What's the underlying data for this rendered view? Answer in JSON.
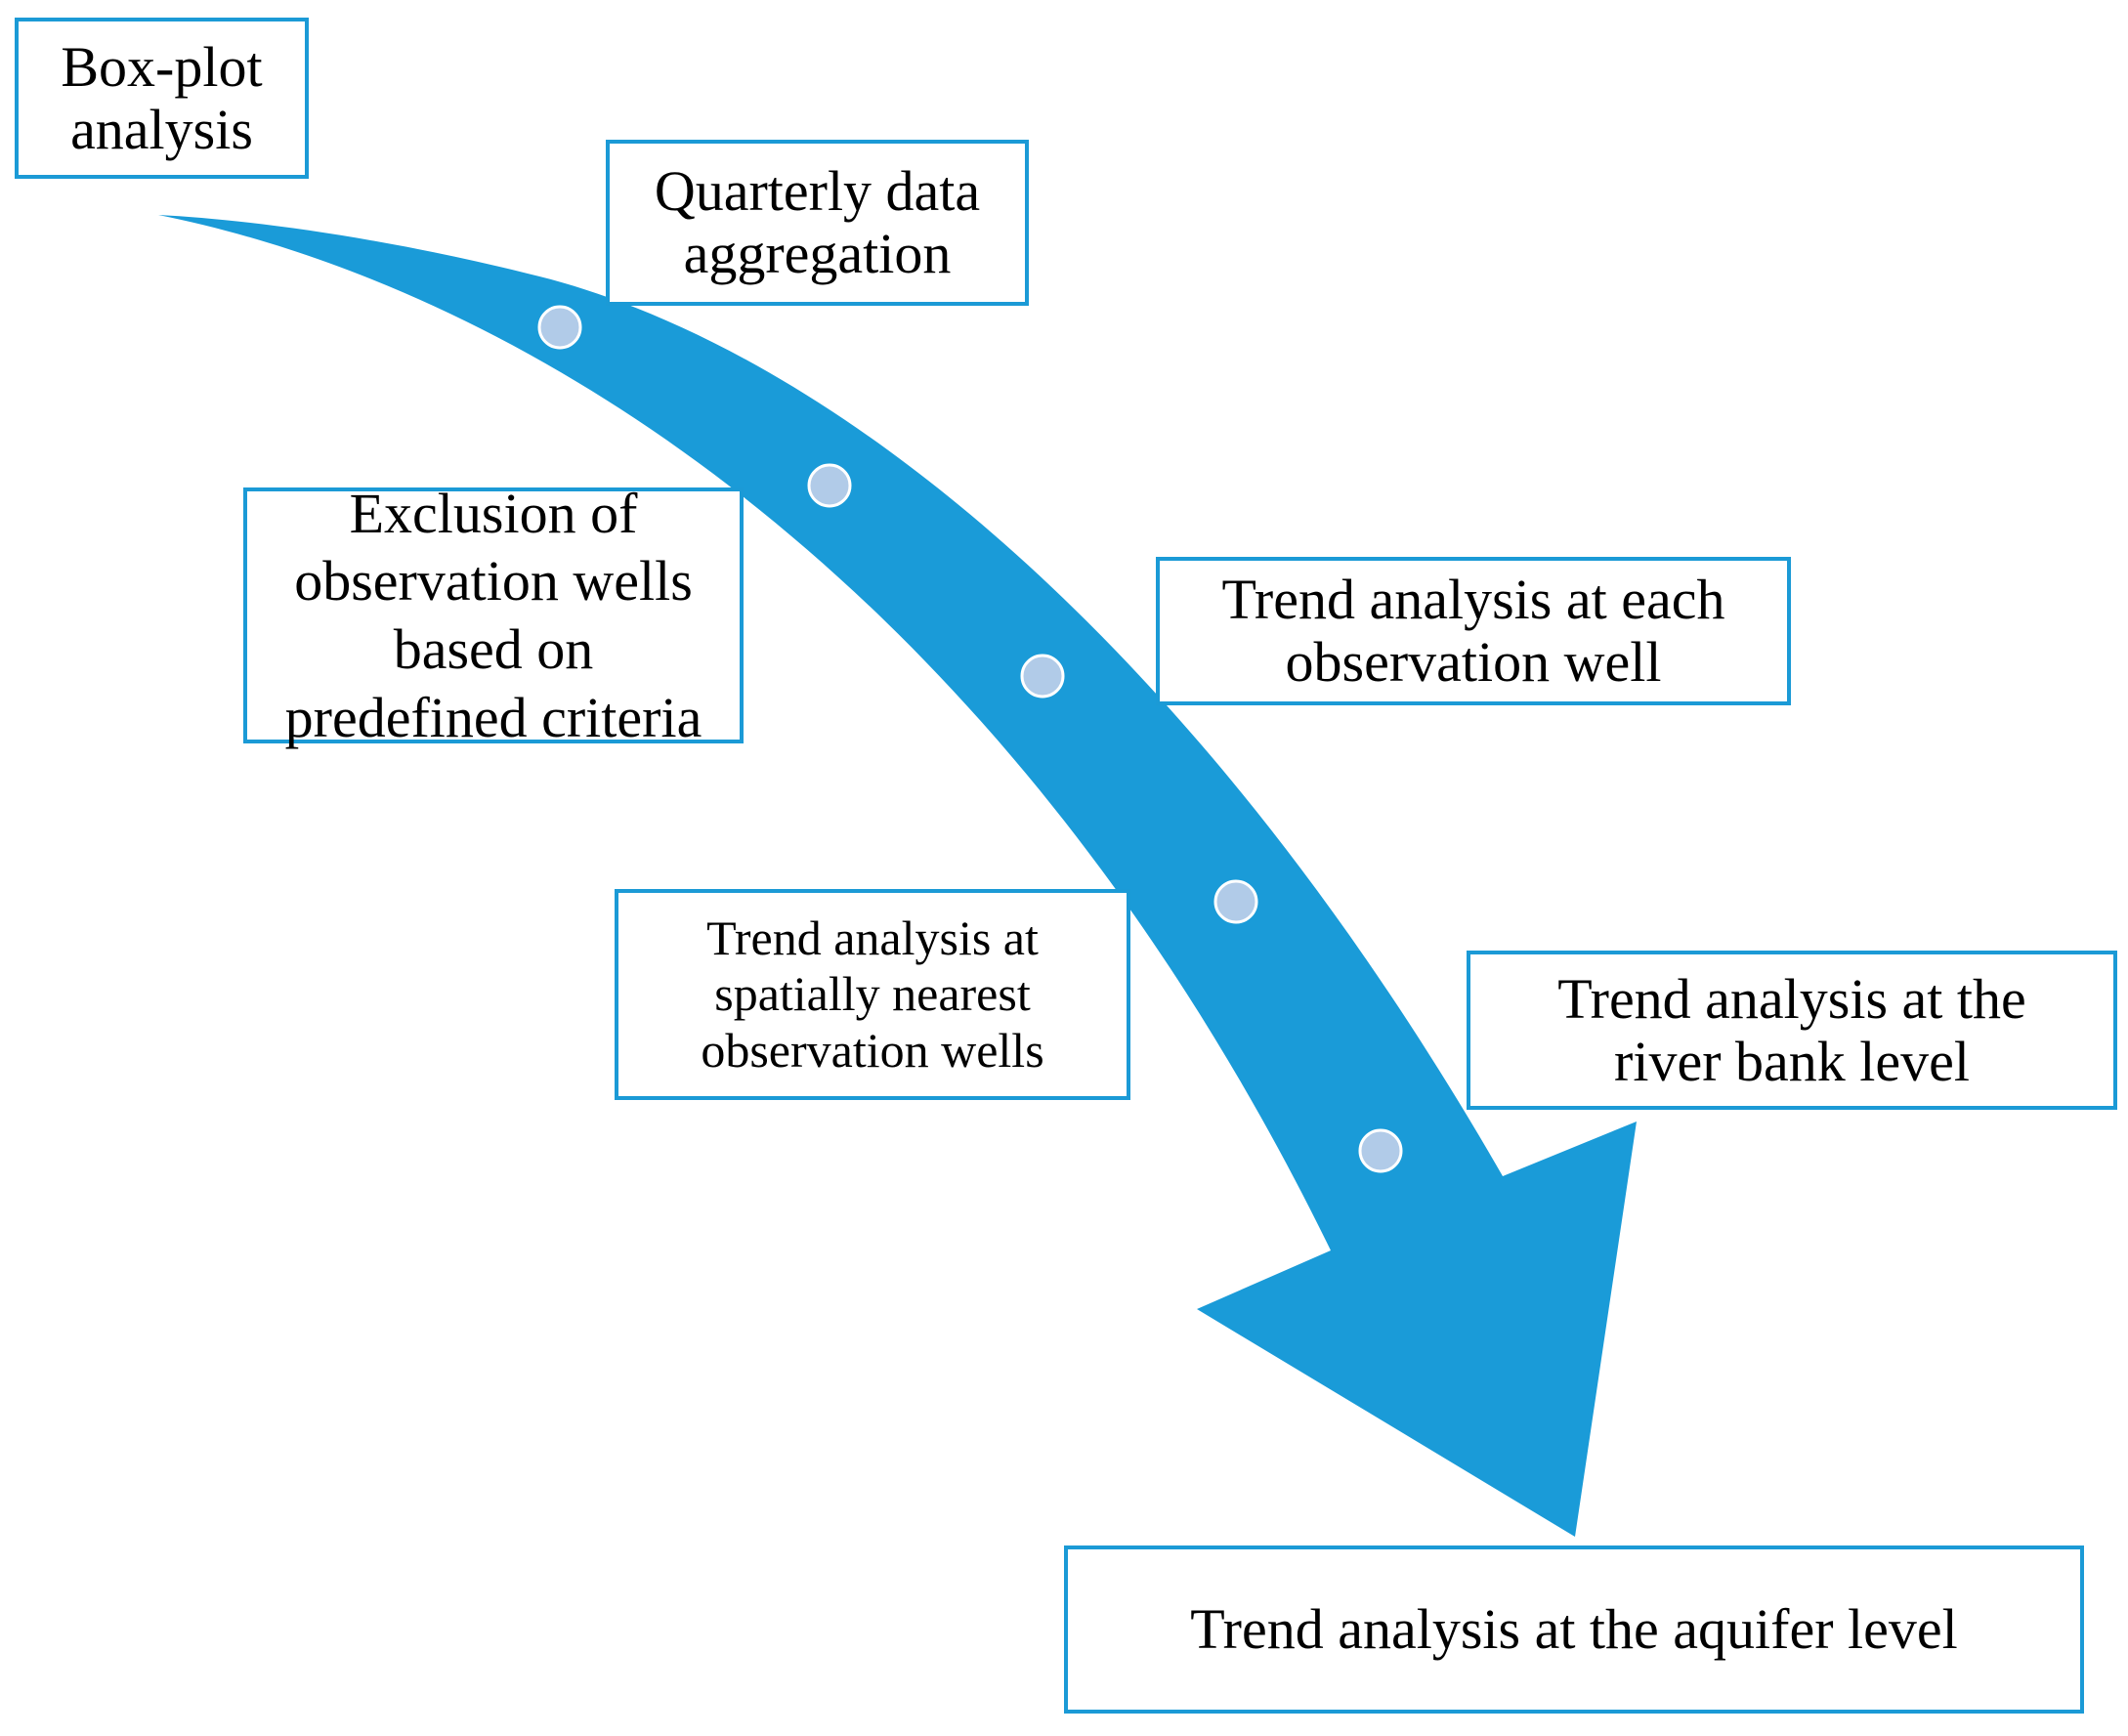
{
  "colors": {
    "arrow": "#1a9bd8",
    "box_border": "#1b9ad6",
    "dot_fill": "#b1cbe8",
    "dot_stroke": "#ffffff",
    "text": "#000000"
  },
  "steps": [
    {
      "label": "Box-plot\nanalysis"
    },
    {
      "label": "Quarterly data\naggregation"
    },
    {
      "label": "Exclusion of\nobservation wells\nbased on\npredefined criteria"
    },
    {
      "label": "Trend analysis at each\nobservation well"
    },
    {
      "label": "Trend analysis at\nspatially nearest\nobservation wells"
    },
    {
      "label": "Trend analysis at the\nriver bank level"
    },
    {
      "label": "Trend analysis at the aquifer level"
    }
  ]
}
